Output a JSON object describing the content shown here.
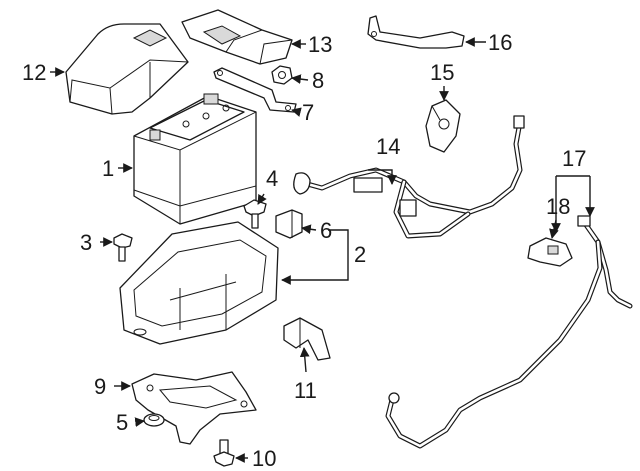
{
  "callouts": {
    "c1": "1",
    "c2": "2",
    "c3": "3",
    "c4": "4",
    "c5": "5",
    "c6": "6",
    "c7": "7",
    "c8": "8",
    "c9": "9",
    "c10": "10",
    "c11": "11",
    "c12": "12",
    "c13": "13",
    "c14": "14",
    "c15": "15",
    "c16": "16",
    "c17": "17",
    "c18": "18"
  },
  "colors": {
    "ink": "#1a1a1a",
    "background": "#ffffff",
    "shade": "#d9d9d9"
  }
}
